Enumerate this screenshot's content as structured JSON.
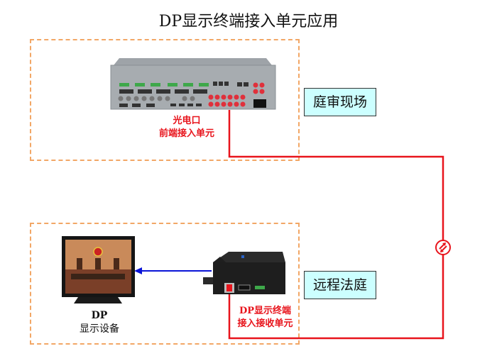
{
  "title": "DP显示终端接入单元应用",
  "zones": [
    {
      "id": "courtroom",
      "label": "庭审现场",
      "device": {
        "name": "optical-electrical-front-access-unit",
        "caption_lines": [
          "光电口",
          "前端接入单元"
        ]
      }
    },
    {
      "id": "remote-court",
      "label": "远程法庭",
      "device": {
        "name": "dp-display-terminal-receiver",
        "caption_lines": [
          "DP显示终端",
          "接入接收单元"
        ]
      },
      "display": {
        "caption_bold": "DP",
        "caption": "显示设备"
      }
    }
  ],
  "colors": {
    "zone_border": "#f2a766",
    "fiber_line": "#e8141c",
    "video_arrow": "#0a14d8",
    "label_fill": "#ccffff"
  },
  "icons": {
    "fiber_link": "bidirectional-fiber-icon"
  }
}
